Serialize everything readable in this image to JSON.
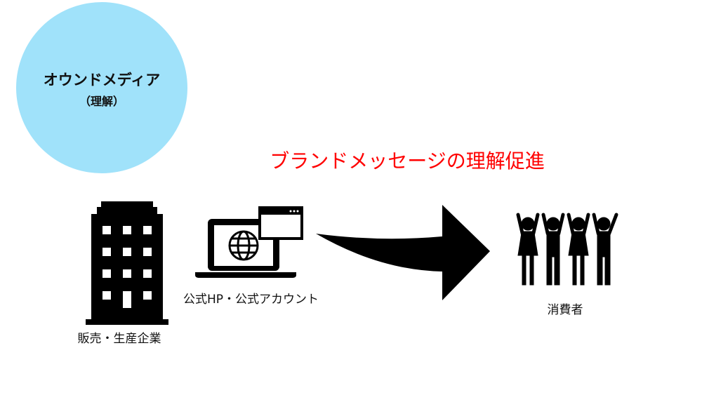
{
  "circle": {
    "title": "オウンドメディア",
    "subtitle": "（理解）",
    "color": "#a0e2fa"
  },
  "headline": {
    "text": "ブランドメッセージの理解促進",
    "color": "#ff0000"
  },
  "company": {
    "label": "販売・生産企業",
    "icon": "office-building-icon"
  },
  "media": {
    "label": "公式HP・公式アカウント",
    "icon": "laptop-globe-icon"
  },
  "consumers": {
    "label": "消費者",
    "icon": "people-cheering-icon"
  },
  "arrow": {
    "icon": "curved-arrow-right-icon"
  }
}
